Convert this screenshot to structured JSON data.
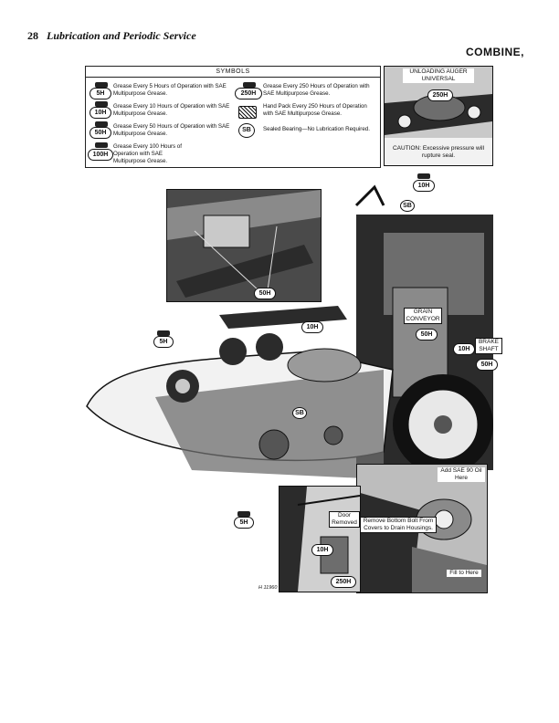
{
  "header": {
    "page_number": "28",
    "title": "Lubrication and Periodic Service",
    "section": "COMBINE,"
  },
  "symbols": {
    "title": "SYMBOLS",
    "items": [
      {
        "badge": "5H",
        "text": "Grease Every 5 Hours of Operation with SAE Multipurpose Grease."
      },
      {
        "badge": "10H",
        "text": "Grease Every 10 Hours of Operation with SAE Multipurpose Grease."
      },
      {
        "badge": "50H",
        "text": "Grease Every 50 Hours of Operation with SAE Multipurpose Grease."
      },
      {
        "badge": "100H",
        "text": "Grease Every 100 Hours of Operation with SAE Multipurpose Grease."
      },
      {
        "badge": "250H",
        "text": "Grease Every 250 Hours of Operation with SAE Multipurpose Grease."
      },
      {
        "badge": "",
        "text": "Hand Pack Every 250 Hours of Operation with SAE Multipurpose Grease."
      },
      {
        "badge": "SB",
        "text": "Sealed Bearing—No Lubrication Required."
      }
    ]
  },
  "inset": {
    "title": "UNLOADING AUGER UNIVERSAL",
    "badge": "250H",
    "caution": "CAUTION: Excessive pressure will rupture seal."
  },
  "callouts": {
    "top_10h": "10H",
    "top_sb": "SB",
    "inset_50h": "50H",
    "grain_conveyor": "GRAIN CONVEYOR",
    "gc_50h": "50H",
    "brake_shaft": "BRAKE SHAFT",
    "brake_10h": "10H",
    "brake_50h": "50H",
    "left_5h": "5H",
    "mid_10h": "10H",
    "mid_sb": "SB",
    "bottom_5h": "5H",
    "add_oil": "Add SAE 90 Oil Here",
    "door_removed": "Door Removed",
    "remove_bolt": "Remove Bottom Bolt From Covers to Drain Housings.",
    "fill_to": "Fill to Here",
    "inset2_10h": "10H",
    "inset2_250h": "250H",
    "figure_id": "H 11960"
  },
  "colors": {
    "ink": "#111111",
    "photo_dark": "#2b2b2b",
    "photo_mid": "#6d6d6d",
    "photo_light": "#c9c9c9"
  }
}
